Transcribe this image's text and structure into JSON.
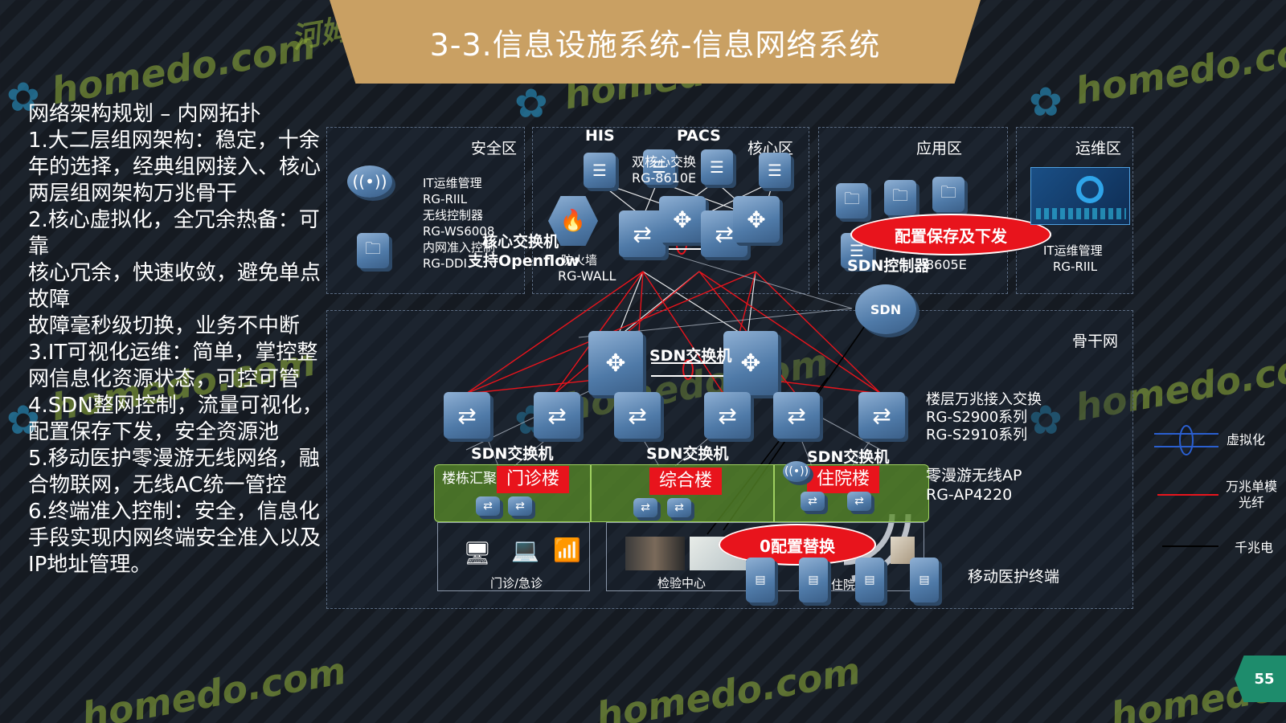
{
  "title": "3-3.信息设施系统-信息网络系统",
  "left_lines": [
    "网络架构规划 – 内网拓扑",
    " 1.大二层组网架构：稳定，十余年的选择，经典组网接入、核心两层组网架构万兆骨干",
    "2.核心虚拟化，全冗余热备：可靠",
    "核心冗余，快速收敛，避免单点故障",
    "故障毫秒级切换，业务不中断",
    "3.IT可视化运维：简单，掌控整网信息化资源状态，可控可管",
    "4.SDN整网控制，流量可视化，配置保存下发，安全资源池",
    "5.移动医护零漫游无线网络，融合物联网，无线AC统一管控",
    "6.终端准入控制：安全，信息化手段实现内网终端安全准入以及IP地址管理。"
  ],
  "zones": {
    "security": "安全区",
    "core": "核心区",
    "app": "应用区",
    "ops": "运维区",
    "backbone": "骨干网"
  },
  "security_list": [
    "IT运维管理",
    "RG-RIIL",
    "无线控制器",
    "RG-WS6008",
    "内网准入控制",
    "RG-DDI"
  ],
  "core_labels": {
    "his": "HIS",
    "pacs": "PACS",
    "dual_core_1": "双核心交换",
    "dual_core_2": "RG-8610E",
    "core_switch": "核心交换机",
    "openflow": "支持Openflow",
    "firewall_1": "防火墙",
    "firewall_2": "RG-WALL"
  },
  "app_labels": {
    "sdn_controller": "SDN控制器",
    "model": "8605E"
  },
  "ops_labels": [
    "IT运维管理",
    "RG-RIIL"
  ],
  "sdn_icon_text": "SDN",
  "sdn_switch_mid": "SDN交换机",
  "sdn_switch_labels": [
    "SDN交换机",
    "SDN交换机",
    "SDN交换机"
  ],
  "floor_access": [
    "楼层万兆接入交换",
    "RG-S2900系列",
    "RG-S2910系列"
  ],
  "ap": [
    "零漫游无线AP",
    "RG-AP4220"
  ],
  "building_aggregate": "楼栋汇聚",
  "buildings": [
    "门诊楼",
    "综合楼",
    "住院楼"
  ],
  "terminal_areas": [
    "门诊/急诊",
    "检验中心",
    "住院部"
  ],
  "mobile_terminal": "移动医护终端",
  "callouts": {
    "config": "配置保存及下发",
    "zero_config": "0配置替换"
  },
  "legend": [
    "虚拟化",
    "万兆单模光纤",
    "千兆电"
  ],
  "colors": {
    "banner": "#c9a063",
    "red": "#e8141c",
    "page_badge": "#1e8c6c"
  },
  "watermark_text": "homedo.com",
  "watermark_cn": "河姆渡",
  "page_number": "55"
}
